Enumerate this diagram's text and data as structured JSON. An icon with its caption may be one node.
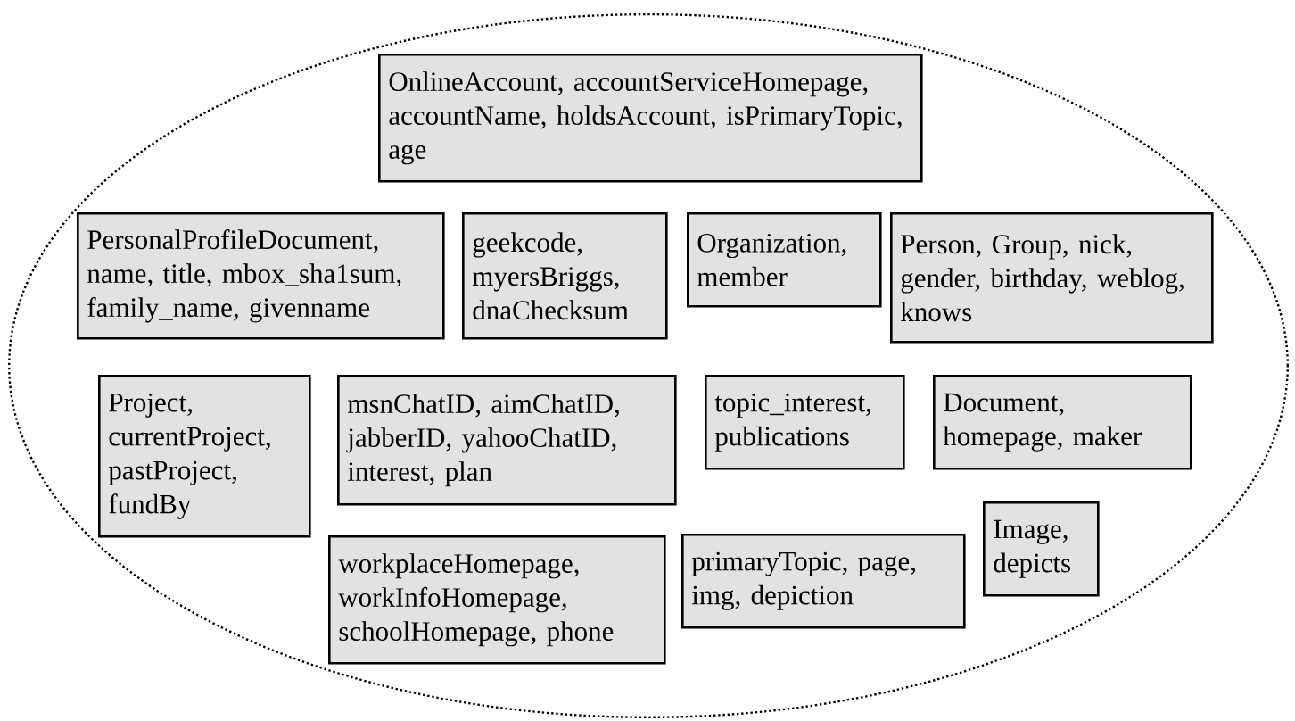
{
  "diagram": {
    "nodes": [
      {
        "text": [],
        "shape": "ellipse"
      },
      {
        "text": [
          "OnlineAccount, accountServiceHomepage, accountName, holdsAccount, isPrimaryTopic, age"
        ],
        "in": 0
      },
      {
        "text": [
          "PersonalProfileDocument, name, title, mbox_sha1sum, family_name, givenname"
        ],
        "in": 0
      },
      {
        "text": [
          "geekcode, myersBriggs, dnaChecksum"
        ],
        "in": 0
      },
      {
        "text": [
          "Organization, member"
        ],
        "in": 0
      },
      {
        "text": [
          "Person, Group, nick, gender, birthday, weblog, knows"
        ],
        "in": 0
      },
      {
        "text": [
          "Project, currentProject, pastProject, fundBy"
        ],
        "in": 0
      },
      {
        "text": [
          "msnChatID, aimChatID, jabberID, yahooChatID, interest, plan"
        ],
        "in": 0
      },
      {
        "text": [
          "topic_interest, publications"
        ],
        "in": 0
      },
      {
        "text": [
          "Document, homepage, maker"
        ],
        "in": 0
      },
      {
        "text": [
          "workplaceHomepage, workInfoHomepage, schoolHomepage, phone"
        ],
        "in": 0
      },
      {
        "text": [
          "primaryTopic, page, img, depiction"
        ],
        "in": 0
      },
      {
        "text": [
          "Image, depicts"
        ],
        "in": 0
      }
    ]
  }
}
